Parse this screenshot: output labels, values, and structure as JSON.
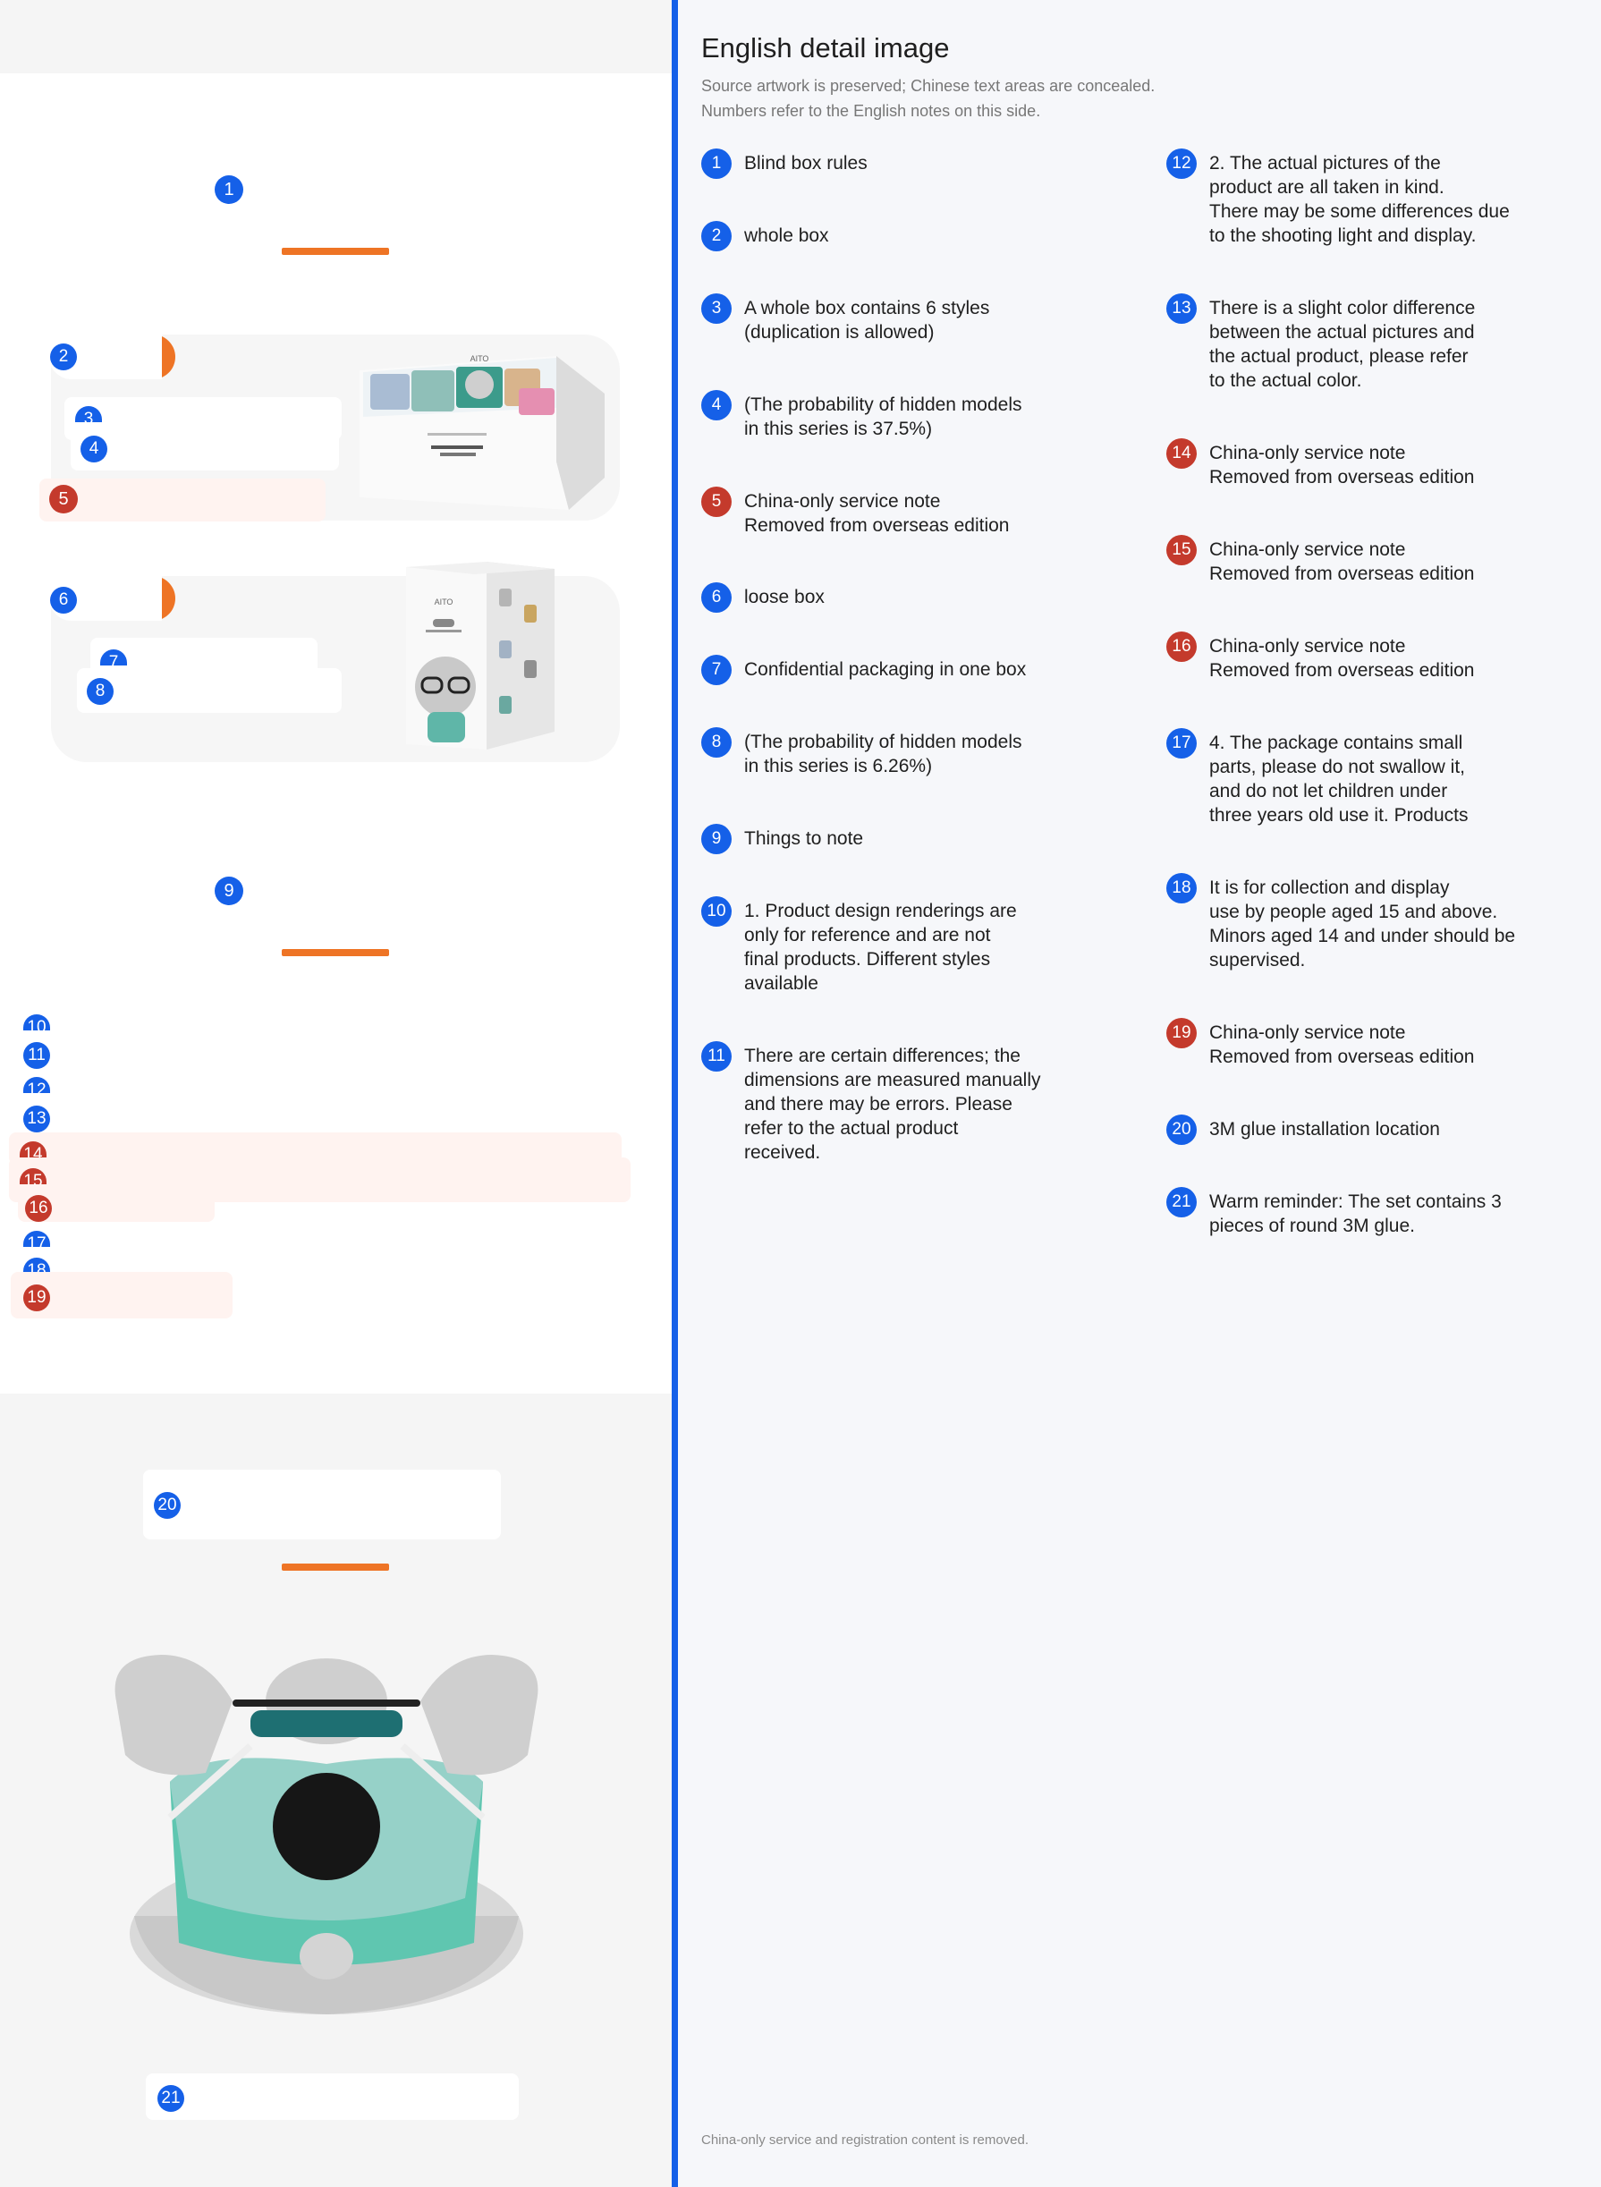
{
  "panel": {
    "title": "English detail image",
    "subtitle_line1": "Source artwork is preserved; Chinese text areas are concealed.",
    "subtitle_line2": "Numbers refer to the English notes on this side.",
    "footer": "China-only service and registration content is removed."
  },
  "colors": {
    "accent_blue": "#1560e8",
    "china_only_red": "#c43a2c",
    "orange_bar": "#ee7425"
  },
  "box_art": {
    "brand": "AITO"
  },
  "pins": [
    "1",
    "2",
    "3",
    "4",
    "5",
    "6",
    "7",
    "8",
    "9",
    "10",
    "11",
    "12",
    "13",
    "14",
    "15",
    "16",
    "17",
    "18",
    "19",
    "20",
    "21"
  ],
  "notes": [
    {
      "n": "1",
      "kind": "blue",
      "text": "Blind box rules"
    },
    {
      "n": "2",
      "kind": "blue",
      "text": "whole box"
    },
    {
      "n": "3",
      "kind": "blue",
      "text": "A whole box contains 6 styles\n(duplication is allowed)"
    },
    {
      "n": "4",
      "kind": "blue",
      "text": "(The probability of hidden models\nin this series is 37.5%)"
    },
    {
      "n": "5",
      "kind": "red",
      "text": "China-only service note\nRemoved from overseas edition"
    },
    {
      "n": "6",
      "kind": "blue",
      "text": "loose box"
    },
    {
      "n": "7",
      "kind": "blue",
      "text": "Confidential packaging in one box"
    },
    {
      "n": "8",
      "kind": "blue",
      "text": "(The probability of hidden models\nin this series is 6.26%)"
    },
    {
      "n": "9",
      "kind": "blue",
      "text": "Things to note"
    },
    {
      "n": "10",
      "kind": "blue",
      "text": "1. Product design renderings are\nonly for reference and are not\nfinal products. Different styles\navailable"
    },
    {
      "n": "11",
      "kind": "blue",
      "text": "There are certain differences; the\ndimensions are measured manually\nand there may be errors. Please\nrefer to the actual product\nreceived."
    },
    {
      "n": "12",
      "kind": "blue",
      "text": "2. The actual pictures of the\nproduct are all taken in kind.\nThere may be some differences due\nto the shooting light and display."
    },
    {
      "n": "13",
      "kind": "blue",
      "text": "There is a slight color difference\nbetween the actual pictures and\nthe actual product, please refer\nto the actual color."
    },
    {
      "n": "14",
      "kind": "red",
      "text": "China-only service note\nRemoved from overseas edition"
    },
    {
      "n": "15",
      "kind": "red",
      "text": "China-only service note\nRemoved from overseas edition"
    },
    {
      "n": "16",
      "kind": "red",
      "text": "China-only service note\nRemoved from overseas edition"
    },
    {
      "n": "17",
      "kind": "blue",
      "text": "4. The package contains small\nparts, please do not swallow it,\nand do not let children under\nthree years old use it. Products"
    },
    {
      "n": "18",
      "kind": "blue",
      "text": "It is for collection and display\nuse by people aged 15 and above.\nMinors aged 14 and under should be\nsupervised."
    },
    {
      "n": "19",
      "kind": "red",
      "text": "China-only service note\nRemoved from overseas edition"
    },
    {
      "n": "20",
      "kind": "blue",
      "text": "3M glue installation location"
    },
    {
      "n": "21",
      "kind": "blue",
      "text": "Warm reminder: The set contains 3\npieces of round 3M glue."
    }
  ]
}
